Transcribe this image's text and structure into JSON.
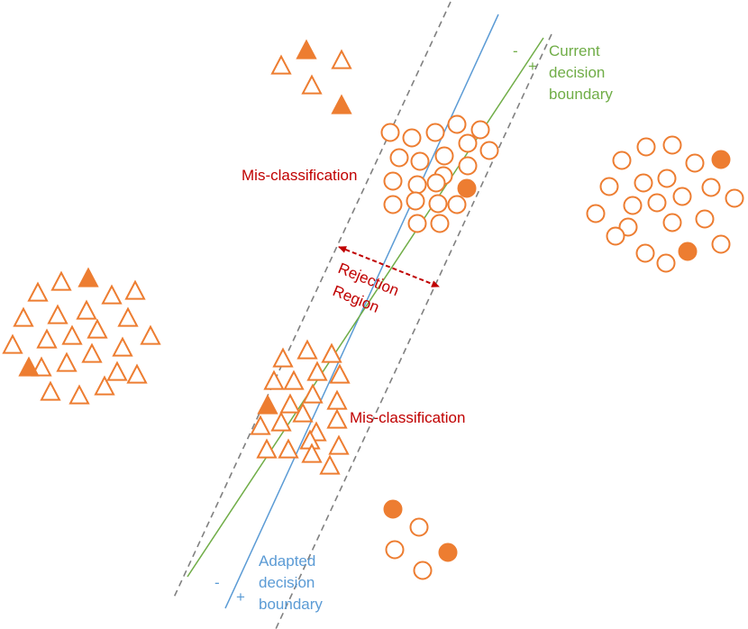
{
  "colors": {
    "orange": "#ed7d31",
    "green": "#70ad47",
    "blue": "#5b9bd5",
    "gray_dash": "#808080",
    "red": "#c00000"
  },
  "labels": {
    "current_boundary": [
      "Current",
      "decision",
      "boundary"
    ],
    "adapted_boundary": [
      "Adapted",
      "decision",
      "boundary"
    ],
    "current_minus": "-",
    "current_plus": "+",
    "adapted_minus": "-",
    "adapted_plus": "+",
    "misclass_top": "Mis-classification",
    "misclass_bottom": "Mis-classification",
    "rejection_region": [
      "Rejection",
      "Region"
    ]
  }
}
